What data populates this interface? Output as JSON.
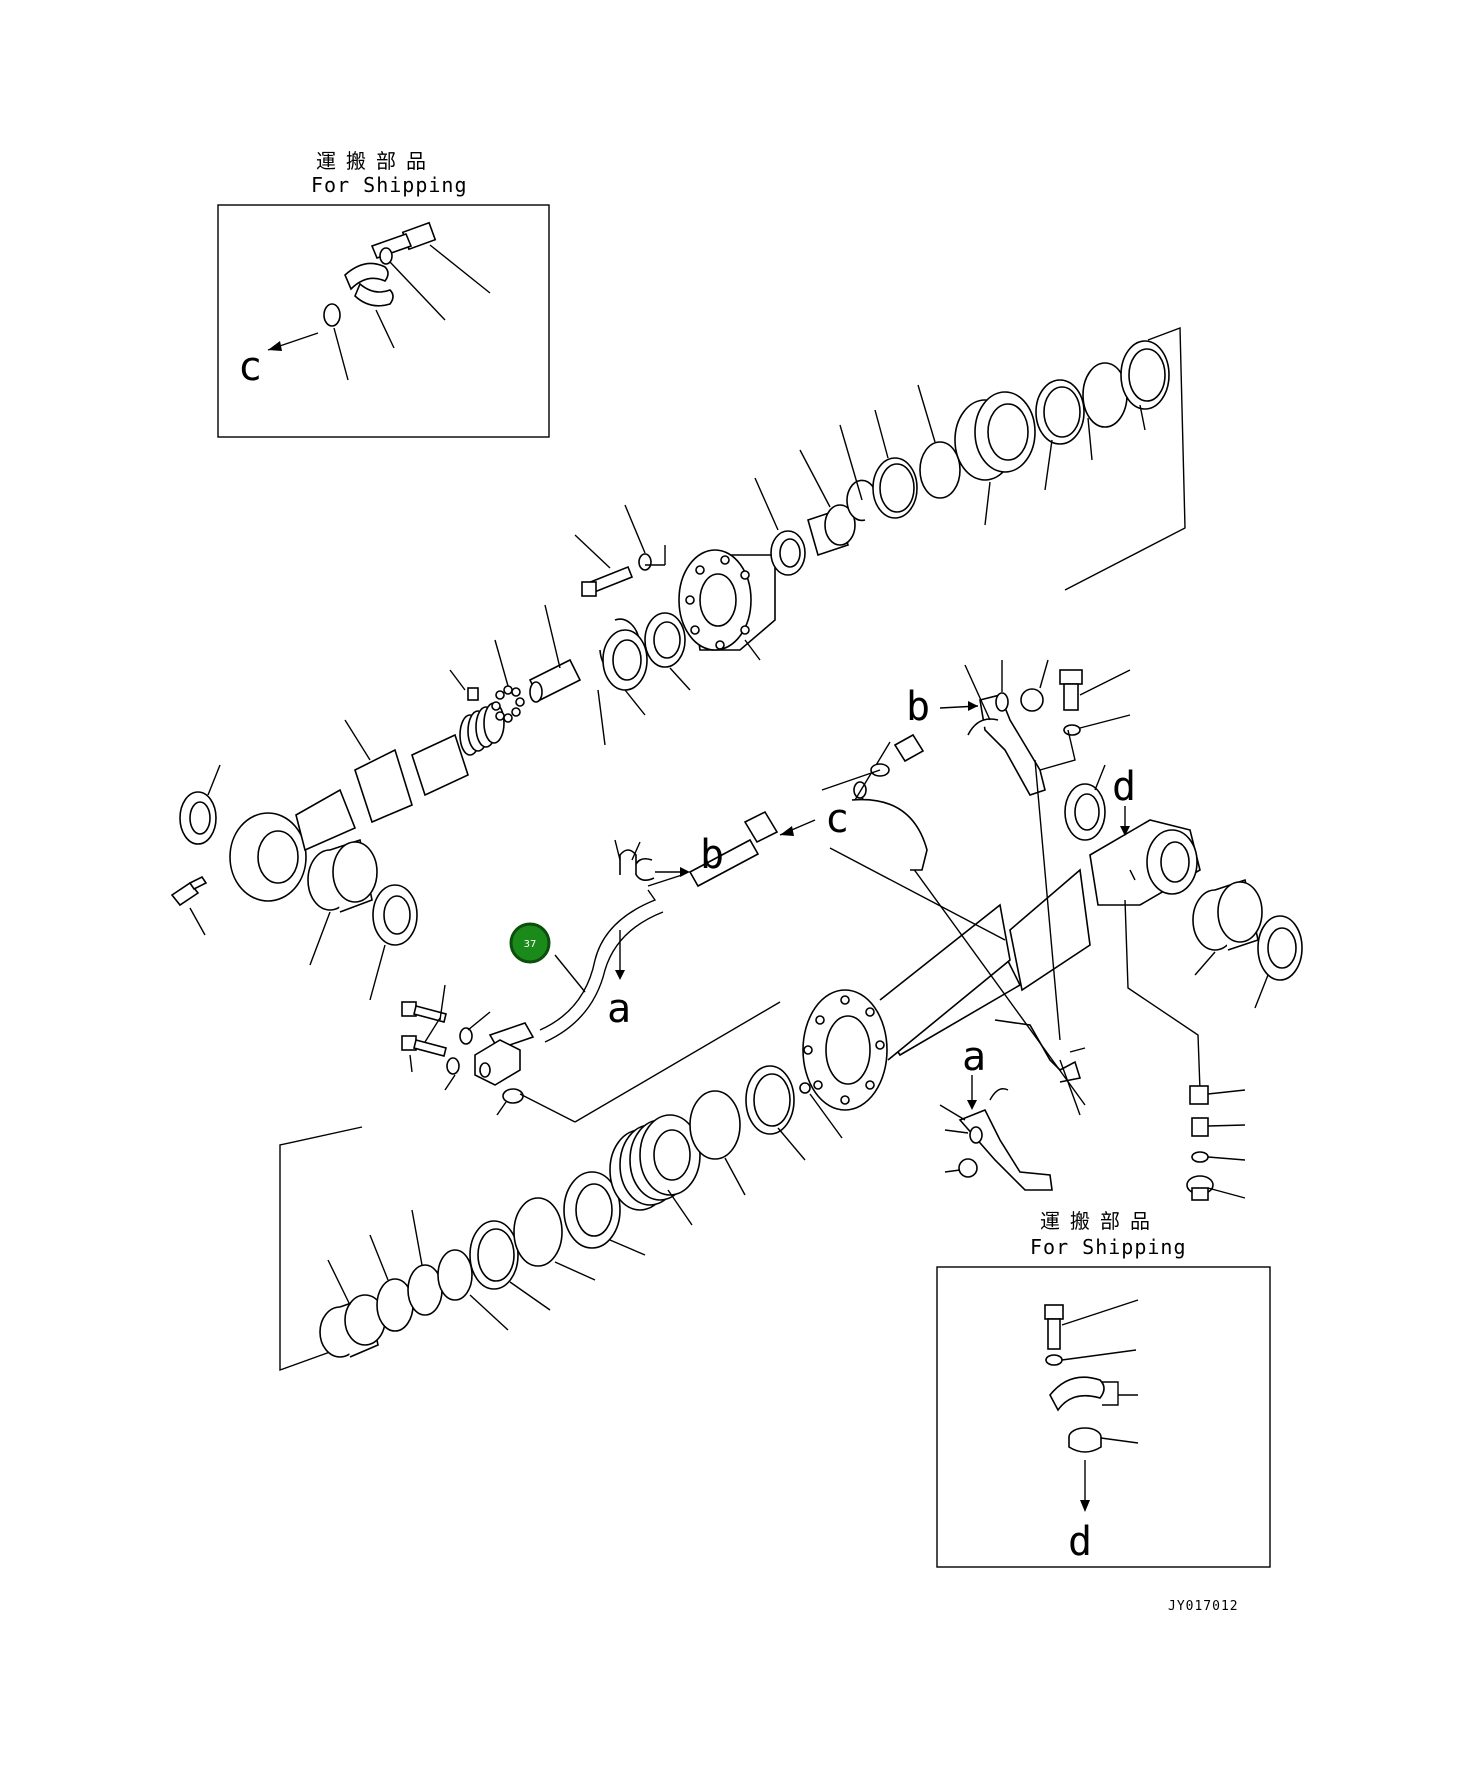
{
  "drawing_code": "JY017012",
  "inset_top": {
    "title_jp": "運搬部品",
    "title_en": "For Shipping",
    "ref_letter": "c"
  },
  "inset_bottom": {
    "title_jp": "運搬部品",
    "title_en": "For Shipping",
    "ref_letter": "d"
  },
  "ref_letters": {
    "a1": "a",
    "a2": "a",
    "b1": "b",
    "b2": "b",
    "c1": "c",
    "d1": "d"
  },
  "callout": {
    "number": "37",
    "color": "#1a8a1a"
  }
}
